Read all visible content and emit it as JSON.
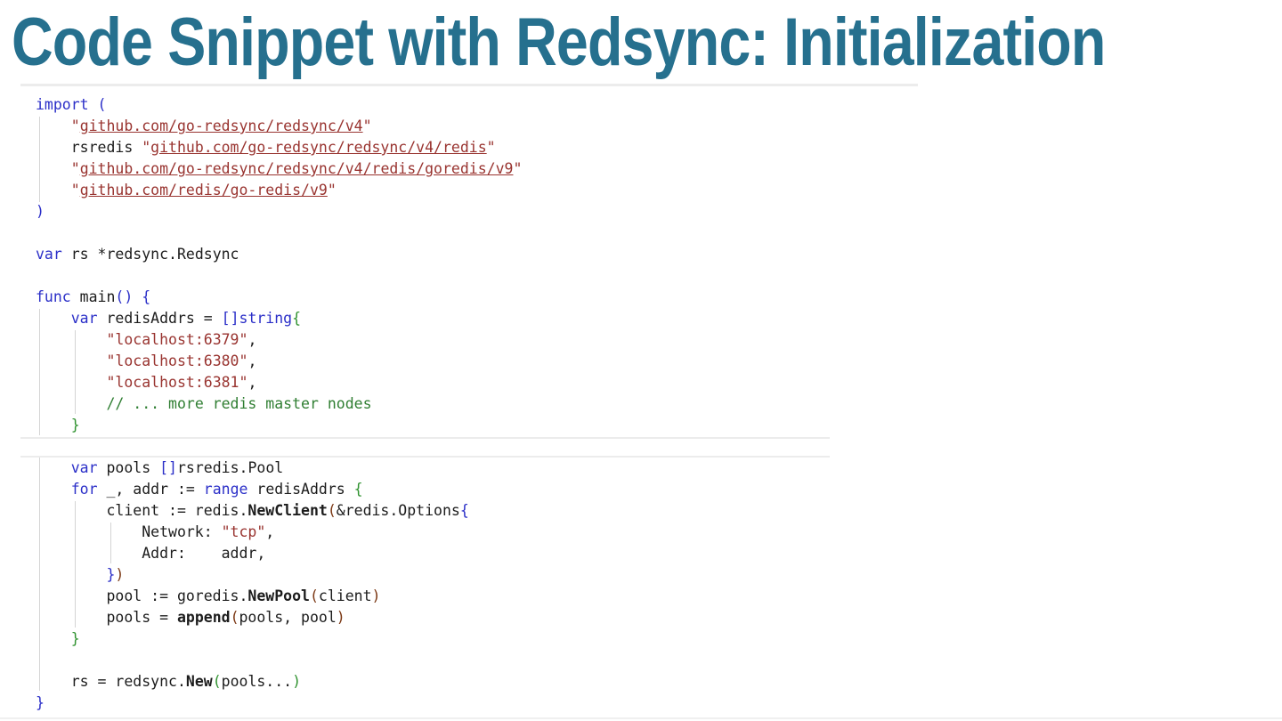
{
  "slide": {
    "title": "Code Snippet with Redsync: Initialization"
  },
  "palette": {
    "title": "#26708e",
    "keyword_blue": "#2b2fc8",
    "bracket_green": "#319331",
    "bracket_brown": "#7b3814",
    "string_red": "#993430",
    "comment_green": "#2f7e32",
    "code_text": "#1c1c1c",
    "rule_gray": "#ececec"
  },
  "code": {
    "block1": [
      [
        {
          "c": "k",
          "t": "import ("
        }
      ],
      [
        {
          "c": "t",
          "t": "    "
        },
        {
          "c": "s",
          "t": "\""
        },
        {
          "c": "u",
          "t": "github.com/go-redsync/redsync/v4"
        },
        {
          "c": "s",
          "t": "\""
        }
      ],
      [
        {
          "c": "t",
          "t": "    rsredis "
        },
        {
          "c": "s",
          "t": "\""
        },
        {
          "c": "u",
          "t": "github.com/go-redsync/redsync/v4/redis"
        },
        {
          "c": "s",
          "t": "\""
        }
      ],
      [
        {
          "c": "t",
          "t": "    "
        },
        {
          "c": "s",
          "t": "\""
        },
        {
          "c": "u",
          "t": "github.com/go-redsync/redsync/v4/redis/goredis/v9"
        },
        {
          "c": "s",
          "t": "\""
        }
      ],
      [
        {
          "c": "t",
          "t": "    "
        },
        {
          "c": "s",
          "t": "\""
        },
        {
          "c": "u",
          "t": "github.com/redis/go-redis/v9"
        },
        {
          "c": "s",
          "t": "\""
        }
      ],
      [
        {
          "c": "k",
          "t": ")"
        }
      ],
      [],
      [
        {
          "c": "k",
          "t": "var"
        },
        {
          "c": "t",
          "t": " rs *redsync.Redsync"
        }
      ],
      [],
      [
        {
          "c": "k",
          "t": "func"
        },
        {
          "c": "t",
          "t": " main"
        },
        {
          "c": "k",
          "t": "() {"
        }
      ],
      [
        {
          "c": "t",
          "t": "    "
        },
        {
          "c": "k",
          "t": "var"
        },
        {
          "c": "t",
          "t": " redisAddrs = "
        },
        {
          "c": "k",
          "t": "[]string"
        },
        {
          "c": "g",
          "t": "{"
        }
      ],
      [
        {
          "c": "t",
          "t": "        "
        },
        {
          "c": "s",
          "t": "\"localhost:6379\""
        },
        {
          "c": "t",
          "t": ","
        }
      ],
      [
        {
          "c": "t",
          "t": "        "
        },
        {
          "c": "s",
          "t": "\"localhost:6380\""
        },
        {
          "c": "t",
          "t": ","
        }
      ],
      [
        {
          "c": "t",
          "t": "        "
        },
        {
          "c": "s",
          "t": "\"localhost:6381\""
        },
        {
          "c": "t",
          "t": ","
        }
      ],
      [
        {
          "c": "t",
          "t": "        "
        },
        {
          "c": "c",
          "t": "// ... more redis master nodes"
        }
      ],
      [
        {
          "c": "t",
          "t": "    "
        },
        {
          "c": "g",
          "t": "}"
        }
      ]
    ],
    "block2": [
      [
        {
          "c": "t",
          "t": "    "
        },
        {
          "c": "k",
          "t": "var"
        },
        {
          "c": "t",
          "t": " pools "
        },
        {
          "c": "k",
          "t": "[]"
        },
        {
          "c": "t",
          "t": "rsredis.Pool"
        }
      ],
      [
        {
          "c": "t",
          "t": "    "
        },
        {
          "c": "k",
          "t": "for"
        },
        {
          "c": "t",
          "t": " _, addr := "
        },
        {
          "c": "k",
          "t": "range"
        },
        {
          "c": "t",
          "t": " redisAddrs "
        },
        {
          "c": "g",
          "t": "{"
        }
      ],
      [
        {
          "c": "t",
          "t": "        client := redis."
        },
        {
          "c": "f",
          "t": "NewClient"
        },
        {
          "c": "o",
          "t": "("
        },
        {
          "c": "t",
          "t": "&redis.Options"
        },
        {
          "c": "k",
          "t": "{"
        }
      ],
      [
        {
          "c": "t",
          "t": "            Network: "
        },
        {
          "c": "s",
          "t": "\"tcp\""
        },
        {
          "c": "t",
          "t": ","
        }
      ],
      [
        {
          "c": "t",
          "t": "            Addr:    addr,"
        }
      ],
      [
        {
          "c": "t",
          "t": "        "
        },
        {
          "c": "k",
          "t": "}"
        },
        {
          "c": "o",
          "t": ")"
        }
      ],
      [
        {
          "c": "t",
          "t": "        pool := goredis."
        },
        {
          "c": "f",
          "t": "NewPool"
        },
        {
          "c": "o",
          "t": "("
        },
        {
          "c": "t",
          "t": "client"
        },
        {
          "c": "o",
          "t": ")"
        }
      ],
      [
        {
          "c": "t",
          "t": "        pools = "
        },
        {
          "c": "f",
          "t": "append"
        },
        {
          "c": "o",
          "t": "("
        },
        {
          "c": "t",
          "t": "pools, pool"
        },
        {
          "c": "o",
          "t": ")"
        }
      ],
      [
        {
          "c": "t",
          "t": "    "
        },
        {
          "c": "g",
          "t": "}"
        }
      ],
      [],
      [
        {
          "c": "t",
          "t": "    rs = redsync."
        },
        {
          "c": "f",
          "t": "New"
        },
        {
          "c": "g",
          "t": "("
        },
        {
          "c": "t",
          "t": "pools..."
        },
        {
          "c": "g",
          "t": ")"
        }
      ],
      [
        {
          "c": "k",
          "t": "}"
        }
      ]
    ]
  }
}
